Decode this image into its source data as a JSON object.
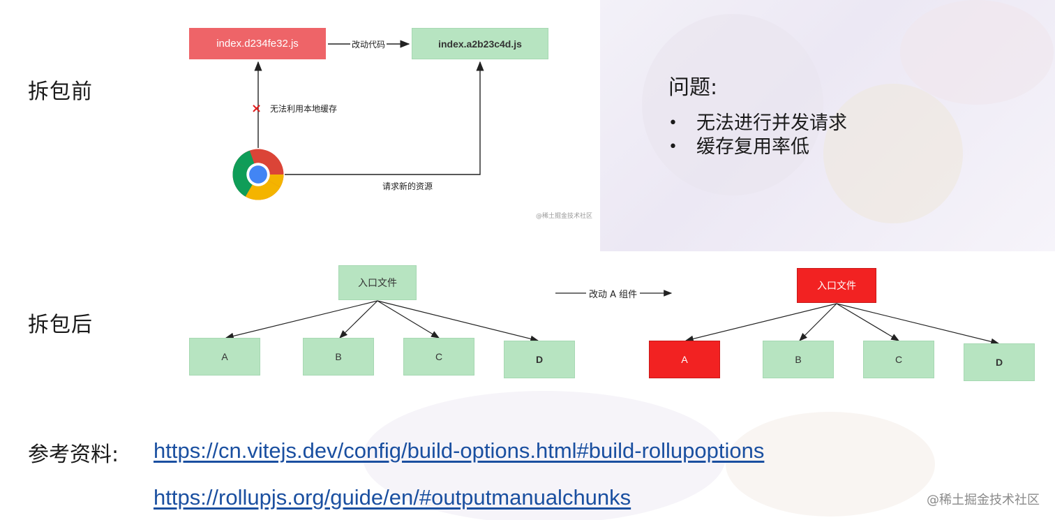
{
  "colors": {
    "green_box": "#b7e4c1",
    "pink_box": "#ee6468",
    "red_box": "#f22222",
    "link": "#1a4fa0",
    "arrow": "#222222",
    "cross": "#e02020"
  },
  "before": {
    "heading": "拆包前",
    "old_file": "index.d234fe32.js",
    "new_file": "index.a2b23c4d.js",
    "change_label": "改动代码",
    "cache_label": "无法利用本地缓存",
    "request_label": "请求新的资源",
    "cross_icon": "×",
    "watermark": "@稀土掘金技术社区"
  },
  "problems": {
    "title": "问题:",
    "items": [
      "无法进行并发请求",
      "缓存复用率低"
    ]
  },
  "after": {
    "heading": "拆包后",
    "entry": "入口文件",
    "change_label": "改动 A 组件",
    "left_modules": [
      "A",
      "B",
      "C",
      "D"
    ],
    "right_modules": [
      "A",
      "B",
      "C",
      "D"
    ]
  },
  "references": {
    "label": "参考资料:",
    "links": [
      "https://cn.vitejs.dev/config/build-options.html#build-rollupoptions",
      "https://rollupjs.org/guide/en/#outputmanualchunks"
    ]
  },
  "site_watermark": "@稀土掘金技术社区"
}
